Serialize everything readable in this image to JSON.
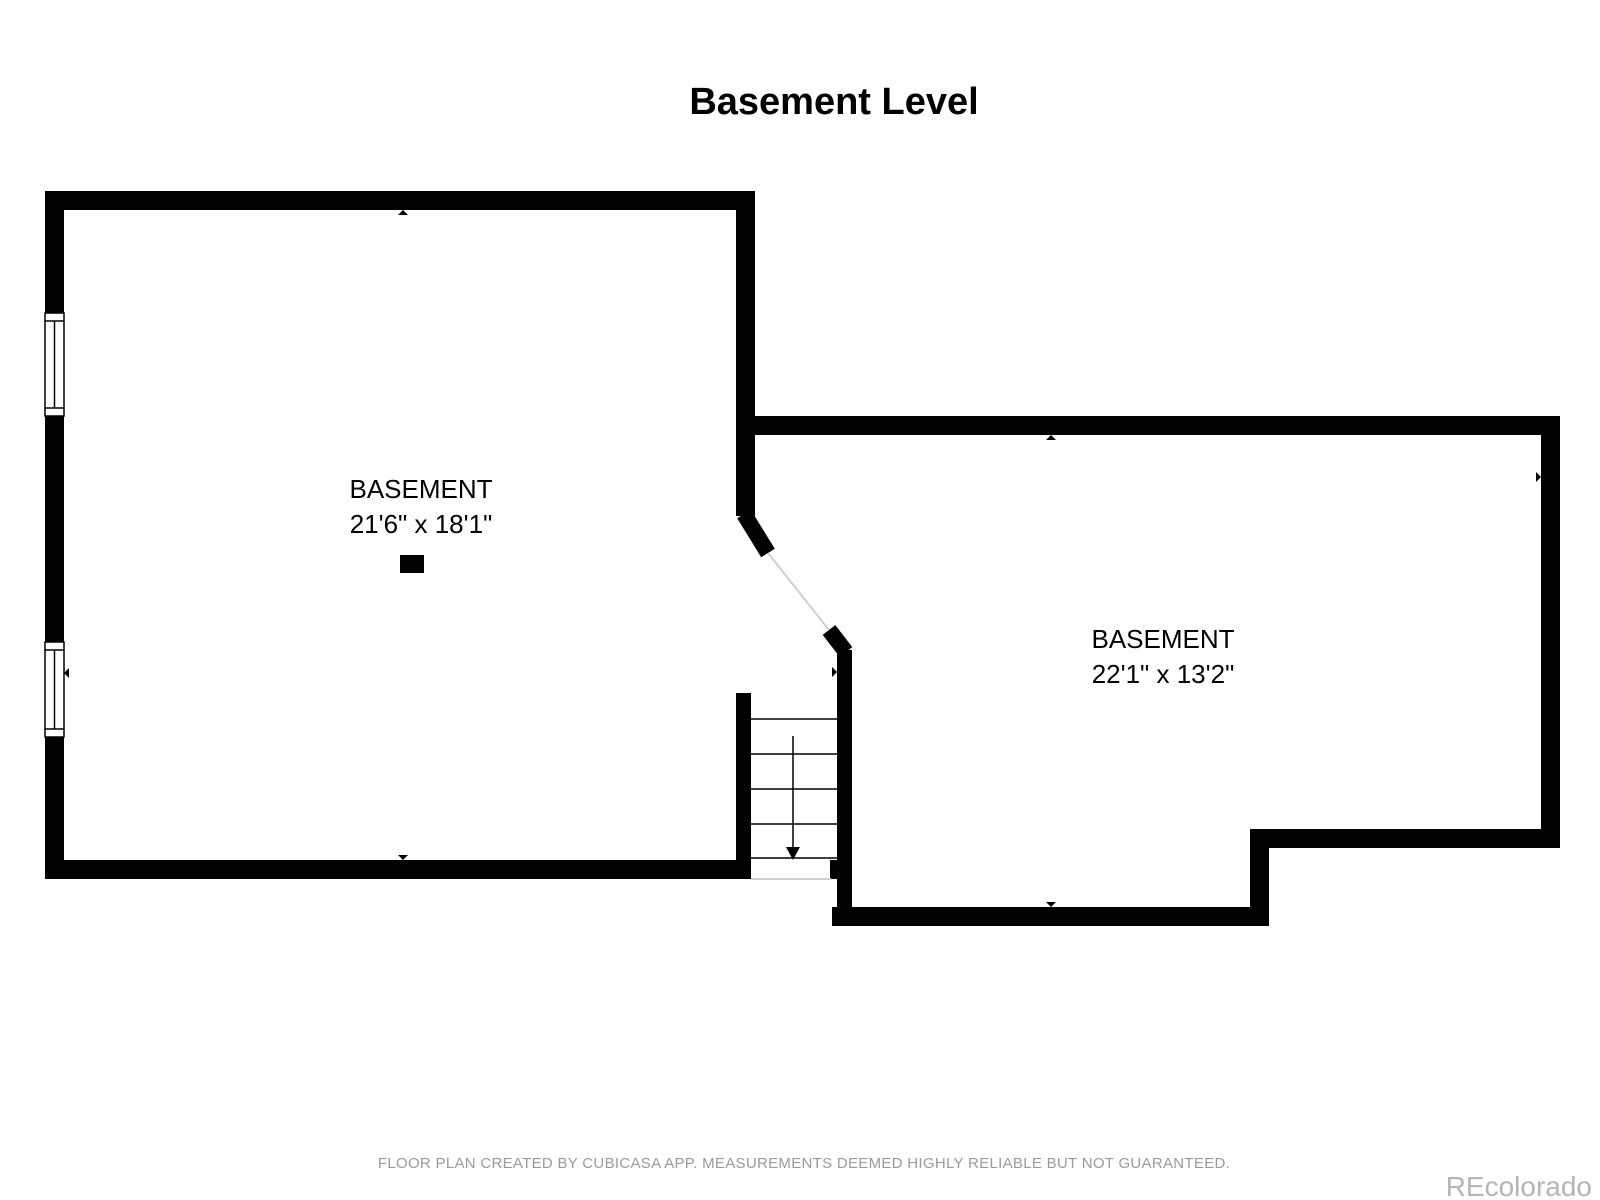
{
  "title": "Basement Level",
  "rooms": [
    {
      "name": "BASEMENT",
      "dimensions": "21'6\" x 18'1\""
    },
    {
      "name": "BASEMENT",
      "dimensions": "22'1\" x 13'2\""
    }
  ],
  "footer": {
    "disclaimer": "FLOOR PLAN CREATED BY CUBICASA APP. MEASUREMENTS DEEMED HIGHLY RELIABLE BUT NOT GUARANTEED.",
    "brand": "REcolorado"
  },
  "colors": {
    "wall": "#000000",
    "background": "#ffffff",
    "disclaimer": "#9a9a9a",
    "brand": "#b5b5b5"
  },
  "icons": {
    "stairs": "stairs-icon",
    "arrow": "arrow-down-icon",
    "marker": "dimension-marker-icon"
  }
}
